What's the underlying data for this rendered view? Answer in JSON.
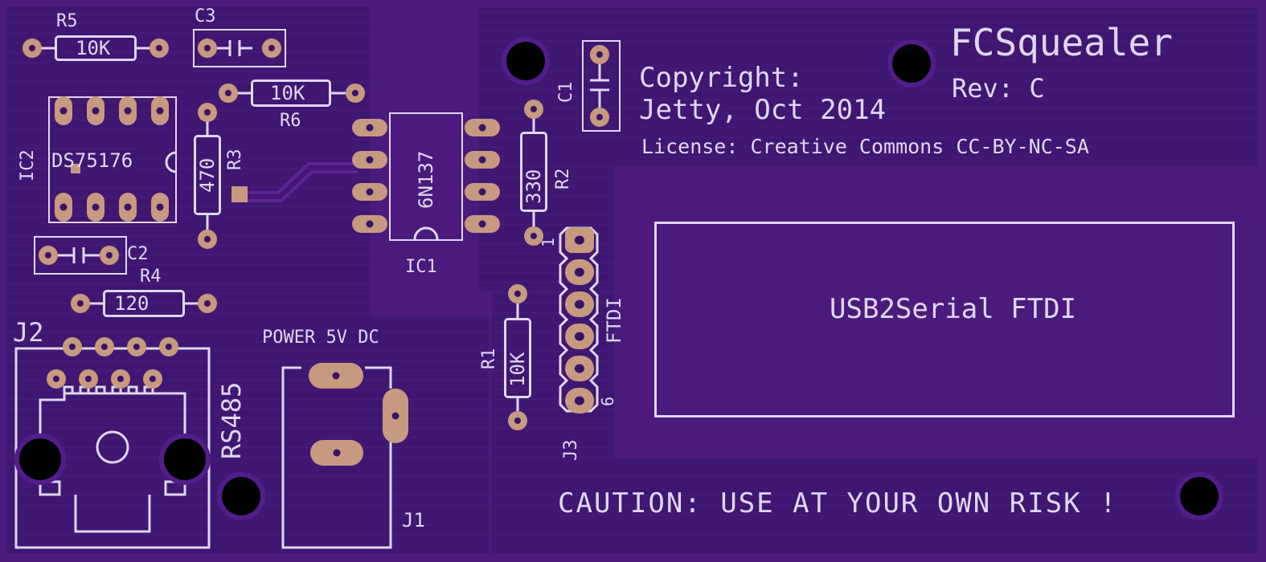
{
  "board": {
    "title": "FCSquealer",
    "revision": "Rev: C",
    "copyright_line1": "Copyright:",
    "copyright_line2": "Jetty, Oct 2014",
    "license": "License: Creative Commons CC-BY-NC-SA",
    "caution": "CAUTION: USE AT YOUR OWN RISK !",
    "usb_module_label": "USB2Serial FTDI",
    "power_label": "POWER 5V DC",
    "rs485_label": "RS485",
    "colors": {
      "board": "#4a1a7c",
      "silkscreen": "#e2d6f2",
      "copper_pad": "#c69a7f",
      "drill": "#000000"
    }
  },
  "components": {
    "r5": {
      "ref": "R5",
      "value": "10K"
    },
    "r6": {
      "ref": "R6",
      "value": "10K"
    },
    "r4": {
      "ref": "R4",
      "value": "120"
    },
    "r3": {
      "ref": "R3",
      "value": "470"
    },
    "r2": {
      "ref": "R2",
      "value": "330"
    },
    "r1": {
      "ref": "R1",
      "value": "10K"
    },
    "c1": {
      "ref": "C1"
    },
    "c2": {
      "ref": "C2"
    },
    "c3": {
      "ref": "C3"
    },
    "ic1": {
      "ref": "IC1",
      "value": "6N137"
    },
    "ic2": {
      "ref": "IC2",
      "value": "DS75176"
    },
    "j1": {
      "ref": "J1"
    },
    "j2": {
      "ref": "J2"
    },
    "j3": {
      "ref": "J3",
      "name": "FTDI",
      "pin_first": "1",
      "pin_last": "6"
    }
  }
}
